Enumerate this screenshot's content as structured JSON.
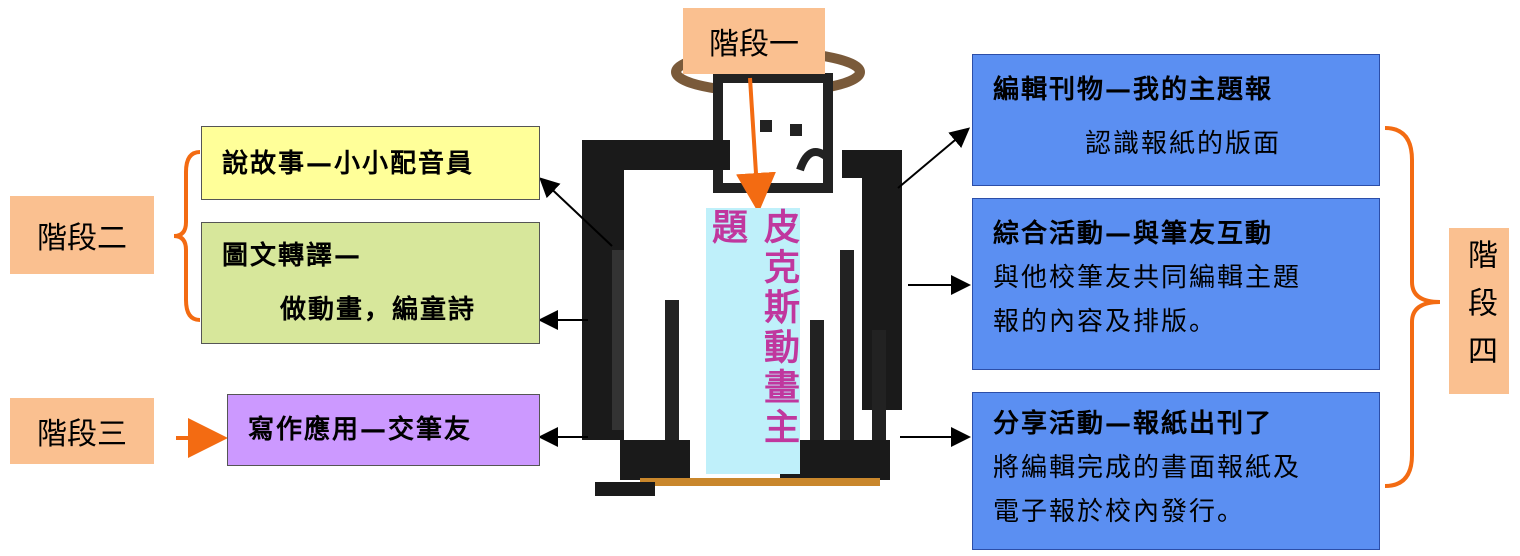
{
  "stages": {
    "one": "階段一",
    "two": "階段二",
    "three": "階段三",
    "four": "階段四"
  },
  "center_title": "皮克斯動畫主題",
  "left_boxes": {
    "story": "說故事—小小配音員",
    "transfer_line1": "圖文轉譯—",
    "transfer_line2": "做動畫，編童詩",
    "writing": "寫作應用—交筆友"
  },
  "right_boxes": {
    "edit_title": "編輯刊物—我的主題報",
    "edit_sub": "認識報紙的版面",
    "combined_title": "綜合活動—與筆友互動",
    "combined_line1": "與他校筆友共同編輯主題",
    "combined_line2": "報的內容及排版。",
    "share_title": "分享活動—報紙出刊了",
    "share_line1": "將編輯完成的書面報紙及",
    "share_line2": "電子報於校內發行。"
  },
  "colors": {
    "stage_bg": "#fac090",
    "yellow_box": "#ffff99",
    "green_box": "#d7e79b",
    "purple_box": "#cc99ff",
    "blue_box": "#5b8ff2",
    "orange_accent": "#f36b12",
    "title_bg": "#bff0fa",
    "title_text": "#c0379e"
  }
}
